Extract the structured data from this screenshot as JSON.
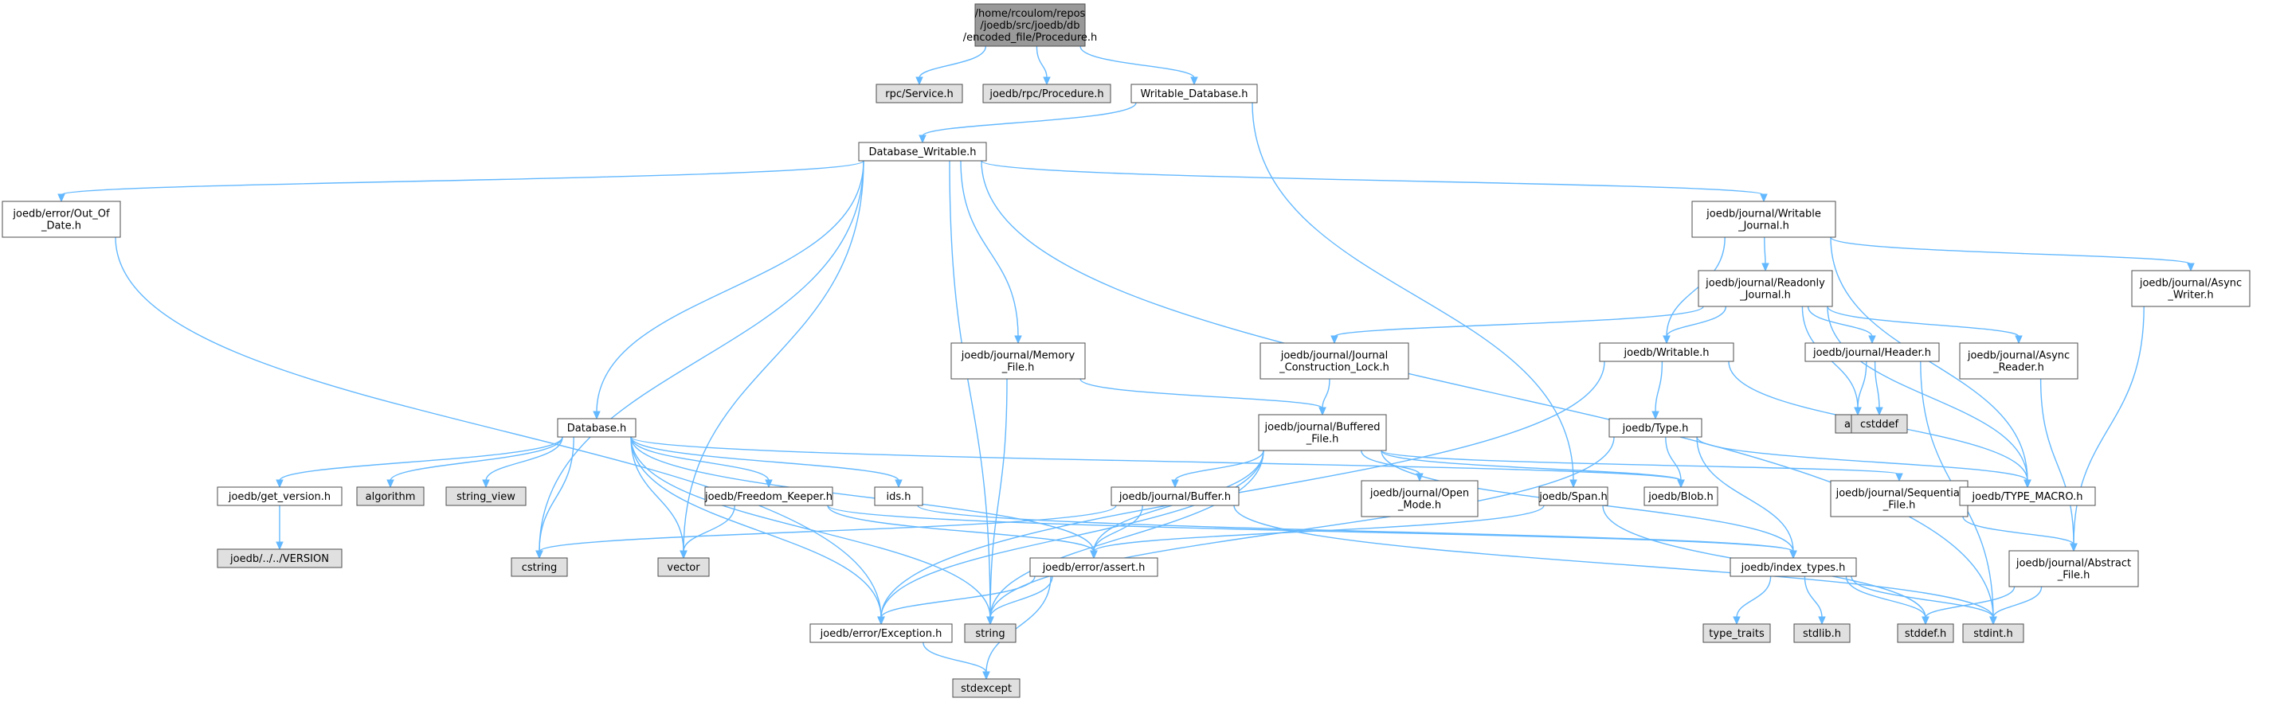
{
  "colors": {
    "root_fill": "#999999",
    "local_fill": "#ffffff",
    "system_fill": "#e0e0e0",
    "border": "#4d4d4d",
    "edge": "#63b8ff"
  },
  "nodes": [
    {
      "id": "root",
      "kind": "root",
      "lines": [
        "/home/rcoulom/repos",
        "/joedb/src/joedb/db",
        "/encoded_file/Procedure.h"
      ]
    },
    {
      "id": "rpc_service",
      "kind": "system",
      "lines": [
        "rpc/Service.h"
      ]
    },
    {
      "id": "rpc_procedure",
      "kind": "system",
      "lines": [
        "joedb/rpc/Procedure.h"
      ]
    },
    {
      "id": "writable_database",
      "kind": "local",
      "lines": [
        "Writable_Database.h"
      ]
    },
    {
      "id": "database_writable",
      "kind": "local",
      "lines": [
        "Database_Writable.h"
      ]
    },
    {
      "id": "out_of_date",
      "kind": "local",
      "lines": [
        "joedb/error/Out_Of",
        "_Date.h"
      ]
    },
    {
      "id": "writable_journal",
      "kind": "local",
      "lines": [
        "joedb/journal/Writable",
        "_Journal.h"
      ]
    },
    {
      "id": "readonly_journal",
      "kind": "local",
      "lines": [
        "joedb/journal/Readonly",
        "_Journal.h"
      ]
    },
    {
      "id": "async_writer",
      "kind": "local",
      "lines": [
        "joedb/journal/Async",
        "_Writer.h"
      ]
    },
    {
      "id": "memory_file",
      "kind": "local",
      "lines": [
        "joedb/journal/Memory",
        "_File.h"
      ]
    },
    {
      "id": "journal_lock",
      "kind": "local",
      "lines": [
        "joedb/journal/Journal",
        "_Construction_Lock.h"
      ]
    },
    {
      "id": "writable_h",
      "kind": "local",
      "lines": [
        "joedb/Writable.h"
      ]
    },
    {
      "id": "header_h",
      "kind": "local",
      "lines": [
        "joedb/journal/Header.h"
      ]
    },
    {
      "id": "async_reader",
      "kind": "local",
      "lines": [
        "joedb/journal/Async",
        "_Reader.h"
      ]
    },
    {
      "id": "array",
      "kind": "system",
      "lines": [
        "array"
      ]
    },
    {
      "id": "cstddef",
      "kind": "system",
      "lines": [
        "cstddef"
      ]
    },
    {
      "id": "database_h",
      "kind": "local",
      "lines": [
        "Database.h"
      ]
    },
    {
      "id": "buffered_file",
      "kind": "local",
      "lines": [
        "joedb/journal/Buffered",
        "_File.h"
      ]
    },
    {
      "id": "type_h",
      "kind": "local",
      "lines": [
        "joedb/Type.h"
      ]
    },
    {
      "id": "get_version",
      "kind": "local",
      "lines": [
        "joedb/get_version.h"
      ]
    },
    {
      "id": "algorithm",
      "kind": "system",
      "lines": [
        "algorithm"
      ]
    },
    {
      "id": "string_view",
      "kind": "system",
      "lines": [
        "string_view"
      ]
    },
    {
      "id": "freedom_keeper",
      "kind": "local",
      "lines": [
        "joedb/Freedom_Keeper.h"
      ]
    },
    {
      "id": "ids_h",
      "kind": "local",
      "lines": [
        "ids.h"
      ]
    },
    {
      "id": "buffer_h",
      "kind": "local",
      "lines": [
        "joedb/journal/Buffer.h"
      ]
    },
    {
      "id": "open_mode",
      "kind": "local",
      "lines": [
        "joedb/journal/Open",
        "_Mode.h"
      ]
    },
    {
      "id": "span_h",
      "kind": "local",
      "lines": [
        "joedb/Span.h"
      ]
    },
    {
      "id": "blob_h",
      "kind": "local",
      "lines": [
        "joedb/Blob.h"
      ]
    },
    {
      "id": "sequential_file",
      "kind": "local",
      "lines": [
        "joedb/journal/Sequential",
        "_File.h"
      ]
    },
    {
      "id": "type_macro",
      "kind": "local",
      "lines": [
        "joedb/TYPE_MACRO.h"
      ]
    },
    {
      "id": "version_file",
      "kind": "system",
      "lines": [
        "joedb/../../VERSION"
      ]
    },
    {
      "id": "cstring",
      "kind": "system",
      "lines": [
        "cstring"
      ]
    },
    {
      "id": "vector",
      "kind": "system",
      "lines": [
        "vector"
      ]
    },
    {
      "id": "assert_h",
      "kind": "local",
      "lines": [
        "joedb/error/assert.h"
      ]
    },
    {
      "id": "index_types",
      "kind": "local",
      "lines": [
        "joedb/index_types.h"
      ]
    },
    {
      "id": "abstract_file",
      "kind": "local",
      "lines": [
        "joedb/journal/Abstract",
        "_File.h"
      ]
    },
    {
      "id": "exception_h",
      "kind": "local",
      "lines": [
        "joedb/error/Exception.h"
      ]
    },
    {
      "id": "string",
      "kind": "system",
      "lines": [
        "string"
      ]
    },
    {
      "id": "type_traits",
      "kind": "system",
      "lines": [
        "type_traits"
      ]
    },
    {
      "id": "stdlib_h",
      "kind": "system",
      "lines": [
        "stdlib.h"
      ]
    },
    {
      "id": "stddef_h",
      "kind": "system",
      "lines": [
        "stddef.h"
      ]
    },
    {
      "id": "stdint_h",
      "kind": "system",
      "lines": [
        "stdint.h"
      ]
    },
    {
      "id": "stdexcept",
      "kind": "system",
      "lines": [
        "stdexcept"
      ]
    }
  ],
  "edges": [
    [
      "root",
      "rpc_service"
    ],
    [
      "root",
      "rpc_procedure"
    ],
    [
      "root",
      "writable_database"
    ],
    [
      "writable_database",
      "database_writable"
    ],
    [
      "writable_database",
      "span_h"
    ],
    [
      "database_writable",
      "out_of_date"
    ],
    [
      "database_writable",
      "cstring"
    ],
    [
      "database_writable",
      "database_h"
    ],
    [
      "database_writable",
      "vector"
    ],
    [
      "database_writable",
      "string"
    ],
    [
      "database_writable",
      "memory_file"
    ],
    [
      "database_writable",
      "writable_journal"
    ],
    [
      "database_writable",
      "stdint_h"
    ],
    [
      "out_of_date",
      "exception_h"
    ],
    [
      "writable_journal",
      "readonly_journal"
    ],
    [
      "writable_journal",
      "async_writer"
    ],
    [
      "writable_journal",
      "writable_h"
    ],
    [
      "writable_journal",
      "type_macro"
    ],
    [
      "readonly_journal",
      "journal_lock"
    ],
    [
      "readonly_journal",
      "writable_h"
    ],
    [
      "readonly_journal",
      "array"
    ],
    [
      "readonly_journal",
      "header_h"
    ],
    [
      "readonly_journal",
      "async_reader"
    ],
    [
      "readonly_journal",
      "type_macro"
    ],
    [
      "async_writer",
      "abstract_file"
    ],
    [
      "async_reader",
      "abstract_file"
    ],
    [
      "header_h",
      "array"
    ],
    [
      "header_h",
      "cstddef"
    ],
    [
      "header_h",
      "stdint_h"
    ],
    [
      "memory_file",
      "buffered_file"
    ],
    [
      "memory_file",
      "string"
    ],
    [
      "journal_lock",
      "buffered_file"
    ],
    [
      "writable_h",
      "type_h"
    ],
    [
      "writable_h",
      "type_macro"
    ],
    [
      "writable_h",
      "exception_h"
    ],
    [
      "type_h",
      "blob_h"
    ],
    [
      "type_h",
      "type_macro"
    ],
    [
      "type_h",
      "index_types"
    ],
    [
      "type_h",
      "string"
    ],
    [
      "database_h",
      "get_version"
    ],
    [
      "database_h",
      "algorithm"
    ],
    [
      "database_h",
      "string_view"
    ],
    [
      "database_h",
      "freedom_keeper"
    ],
    [
      "database_h",
      "cstring"
    ],
    [
      "database_h",
      "vector"
    ],
    [
      "database_h",
      "string"
    ],
    [
      "database_h",
      "assert_h"
    ],
    [
      "database_h",
      "ids_h"
    ],
    [
      "database_h",
      "blob_h"
    ],
    [
      "database_h",
      "exception_h"
    ],
    [
      "get_version",
      "version_file"
    ],
    [
      "freedom_keeper",
      "vector"
    ],
    [
      "freedom_keeper",
      "assert_h"
    ],
    [
      "freedom_keeper",
      "index_types"
    ],
    [
      "buffered_file",
      "buffer_h"
    ],
    [
      "buffered_file",
      "open_mode"
    ],
    [
      "buffered_file",
      "sequential_file"
    ],
    [
      "buffered_file",
      "blob_h"
    ],
    [
      "buffered_file",
      "assert_h"
    ],
    [
      "buffered_file",
      "string"
    ],
    [
      "buffered_file",
      "exception_h"
    ],
    [
      "buffered_file",
      "index_types"
    ],
    [
      "buffer_h",
      "cstring"
    ],
    [
      "buffer_h",
      "assert_h"
    ],
    [
      "buffer_h",
      "stdint_h"
    ],
    [
      "ids_h",
      "index_types"
    ],
    [
      "span_h",
      "assert_h"
    ],
    [
      "span_h",
      "stddef_h"
    ],
    [
      "sequential_file",
      "abstract_file"
    ],
    [
      "abstract_file",
      "stddef_h"
    ],
    [
      "abstract_file",
      "stdint_h"
    ],
    [
      "assert_h",
      "exception_h"
    ],
    [
      "assert_h",
      "string"
    ],
    [
      "assert_h",
      "stdexcept"
    ],
    [
      "index_types",
      "type_traits"
    ],
    [
      "index_types",
      "stdlib_h"
    ],
    [
      "index_types",
      "stddef_h"
    ],
    [
      "index_types",
      "stdint_h"
    ],
    [
      "exception_h",
      "stdexcept"
    ]
  ]
}
